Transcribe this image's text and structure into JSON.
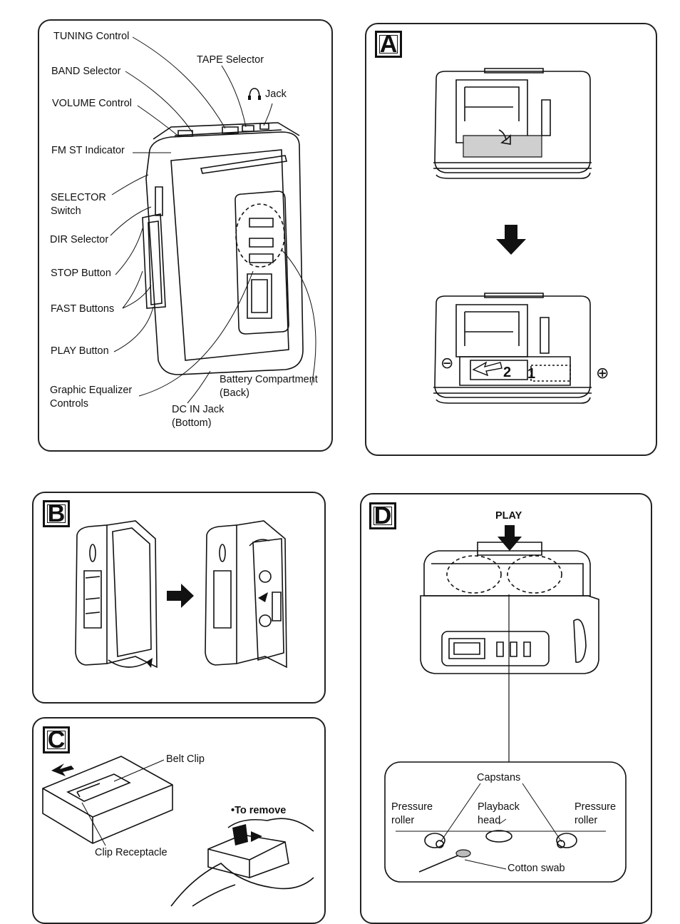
{
  "main_panel": {
    "labels": {
      "tuning": "TUNING Control",
      "tape": "TAPE Selector",
      "band": "BAND Selector",
      "jack_icon": "headphones-icon",
      "jack": "Jack",
      "volume": "VOLUME Control",
      "fm_st": "FM ST Indicator",
      "selector": "SELECTOR\nSwitch",
      "dir": "DIR Selector",
      "stop": "STOP Button",
      "fast": "FAST Buttons",
      "play": "PLAY Button",
      "graphic_eq": "Graphic Equalizer\nControls",
      "battery": "Battery Compartment\n(Back)",
      "dc_in": "DC IN Jack\n(Bottom)"
    }
  },
  "panel_a": {
    "tag": "A",
    "battery_1": "1",
    "battery_2": "2",
    "minus": "⊖",
    "plus": "⊕"
  },
  "panel_b": {
    "tag": "B"
  },
  "panel_c": {
    "tag": "C",
    "belt_clip": "Belt Clip",
    "clip_receptacle": "Clip Receptacle",
    "to_remove": "•To remove"
  },
  "panel_d": {
    "tag": "D",
    "play": "PLAY",
    "capstans": "Capstans",
    "pressure_roller_left": "Pressure\nroller",
    "playback_head": "Playback\nhead",
    "pressure_roller_right": "Pressure\nroller",
    "cotton_swab": "Cotton swab"
  }
}
